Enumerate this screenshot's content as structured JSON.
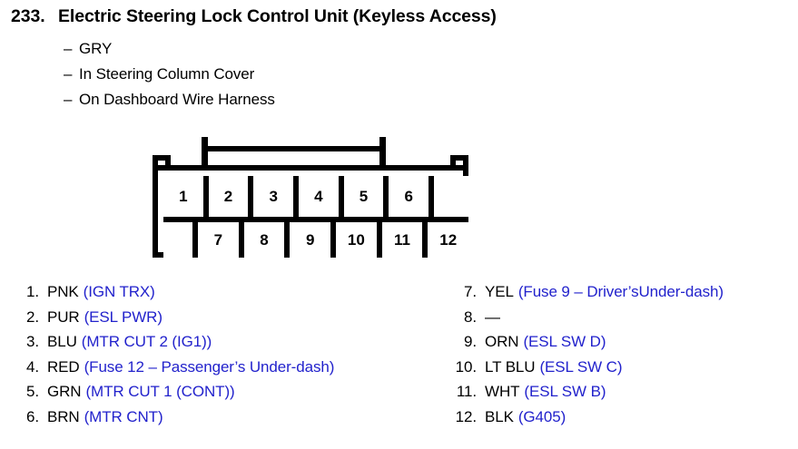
{
  "header": {
    "number": "233.",
    "title": "Electric Steering Lock Control Unit (Keyless Access)",
    "sub_lines": [
      {
        "dash": "–",
        "text": "GRY"
      },
      {
        "dash": "–",
        "text": "In Steering Column Cover"
      },
      {
        "dash": "–",
        "text": "On Dashboard Wire Harness"
      }
    ]
  },
  "connector": {
    "top_row": [
      "1",
      "2",
      "3",
      "4",
      "5",
      "6",
      ""
    ],
    "bottom_row": [
      "",
      "7",
      "8",
      "9",
      "10",
      "11",
      "12"
    ]
  },
  "legend": {
    "left": [
      {
        "num": "1.",
        "wire": "PNK",
        "desc": "(IGN TRX)"
      },
      {
        "num": "2.",
        "wire": "PUR",
        "desc": "(ESL PWR)"
      },
      {
        "num": "3.",
        "wire": "BLU",
        "desc": "(MTR CUT 2 (IG1))"
      },
      {
        "num": "4.",
        "wire": "RED",
        "desc": "(Fuse 12 – Passenger’s Under-dash)"
      },
      {
        "num": "5.",
        "wire": "GRN",
        "desc": "(MTR CUT 1 (CONT))"
      },
      {
        "num": "6.",
        "wire": "BRN",
        "desc": "(MTR CNT)"
      }
    ],
    "right": [
      {
        "num": "7.",
        "wire": "YEL",
        "desc": "(Fuse 9 – Driver’sUnder-dash)"
      },
      {
        "num": "8.",
        "wire": "—",
        "desc": ""
      },
      {
        "num": "9.",
        "wire": "ORN",
        "desc": "(ESL SW D)"
      },
      {
        "num": "10.",
        "wire": "LT BLU",
        "desc": "(ESL SW C)"
      },
      {
        "num": "11.",
        "wire": "WHT",
        "desc": "(ESL SW B)"
      },
      {
        "num": "12.",
        "wire": "BLK",
        "desc": "(G405)"
      }
    ]
  },
  "colors": {
    "text": "#000000",
    "description": "#2222cc",
    "outline": "#000000"
  }
}
